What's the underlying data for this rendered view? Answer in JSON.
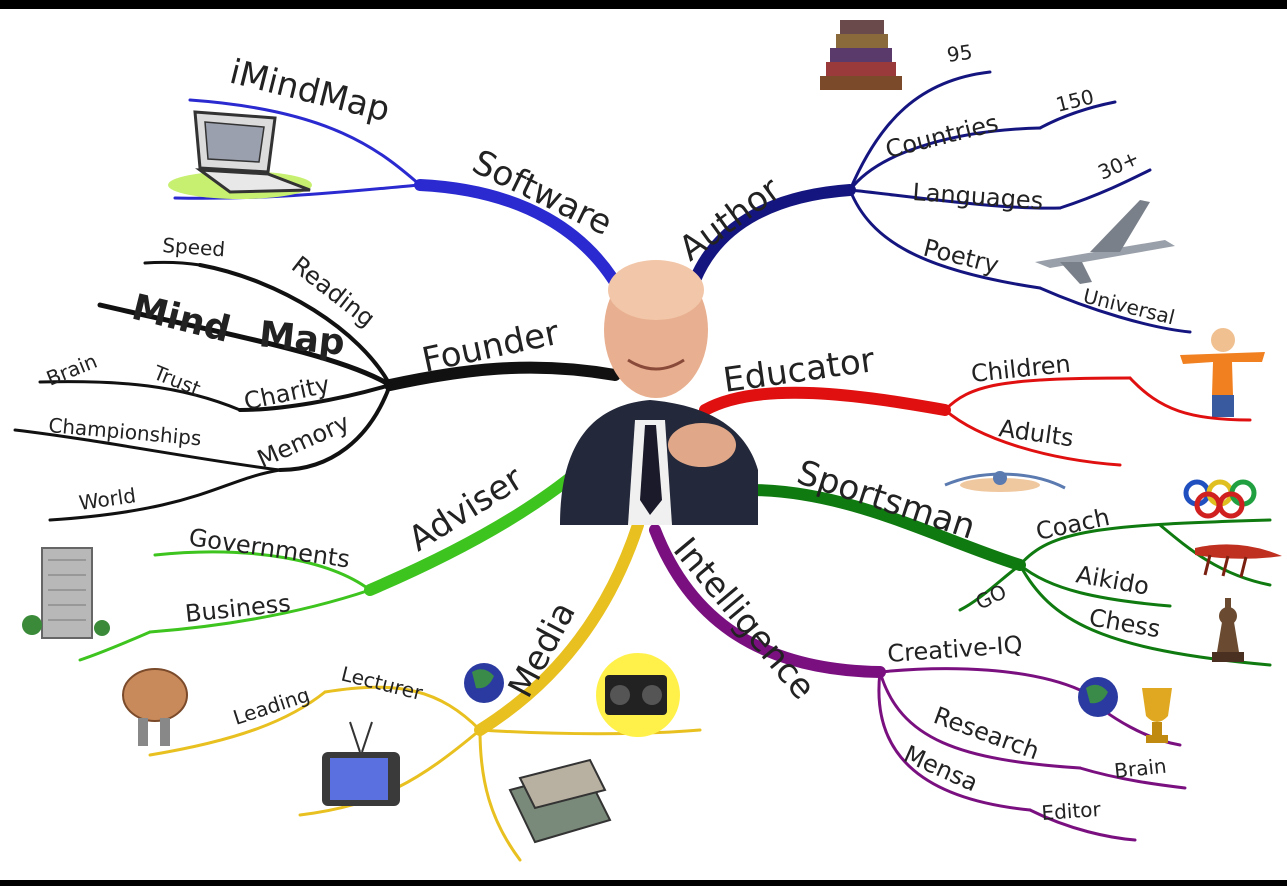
{
  "colors": {
    "software": "#2a2ad0",
    "author": "#151580",
    "founder": "#111111",
    "educator": "#e01010",
    "sportsman": "#0f7a0f",
    "adviser": "#3ec41e",
    "media": "#e8c020",
    "intelligence": "#7a1080"
  },
  "branches": {
    "software": {
      "label": "Software",
      "sub": {
        "imindmap": "iMindMap"
      }
    },
    "author": {
      "label": "Author",
      "sub": {
        "n95": "95",
        "countries": "Countries",
        "n150": "150",
        "languages": "Languages",
        "n30": "30+",
        "poetry": "Poetry",
        "universal": "Universal"
      }
    },
    "founder": {
      "label": "Founder",
      "sub": {
        "speed": "Speed",
        "reading": "Reading",
        "mind": "Mind",
        "map": "Map",
        "brain": "Brain",
        "trust": "Trust",
        "charity": "Charity",
        "championships": "Championships",
        "memory": "Memory",
        "world": "World"
      }
    },
    "educator": {
      "label": "Educator",
      "sub": {
        "children": "Children",
        "adults": "Adults"
      }
    },
    "sportsman": {
      "label": "Sportsman",
      "sub": {
        "coach": "Coach",
        "go": "GO",
        "aikido": "Aikido",
        "chess": "Chess"
      }
    },
    "adviser": {
      "label": "Adviser",
      "sub": {
        "governments": "Governments",
        "business": "Business"
      }
    },
    "media": {
      "label": "Media",
      "sub": {
        "lecturer": "Lecturer",
        "leading": "Leading"
      }
    },
    "intelligence": {
      "label": "Intelligence",
      "sub": {
        "creative_iq": "Creative-IQ",
        "research": "Research",
        "brain": "Brain",
        "mensa": "Mensa",
        "editor": "Editor"
      }
    }
  },
  "icons": [
    "laptop-icon",
    "books-icon",
    "concorde-plane-icon",
    "child-figure-icon",
    "swimmer-icon",
    "olympic-rings-icon",
    "rowing-boat-icon",
    "chess-king-icon",
    "trophy-icon",
    "globe-icon",
    "skyscraper-icon",
    "brain-character-icon",
    "tv-icon",
    "radio-icon",
    "newspapers-icon",
    "portrait-photo"
  ]
}
